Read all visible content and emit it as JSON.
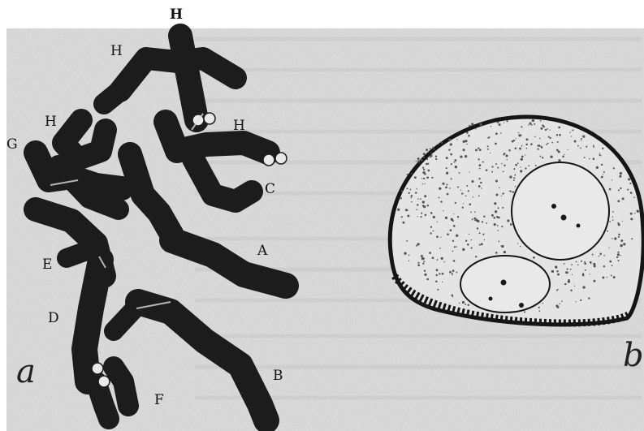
{
  "caption_top": "H",
  "chromosome_labels": {
    "h1": "H",
    "h2": "H",
    "h3": "H",
    "g": "G",
    "c": "C",
    "a": "A",
    "e": "E",
    "d": "D",
    "b": "B",
    "f": "F"
  },
  "panel_labels": {
    "left": "a",
    "right": "b"
  },
  "colors": {
    "page": "#d9d9d9",
    "chromosome": "#1c1c1c",
    "cell_outline": "#151515",
    "cell_fill": "#e4e4e4"
  }
}
